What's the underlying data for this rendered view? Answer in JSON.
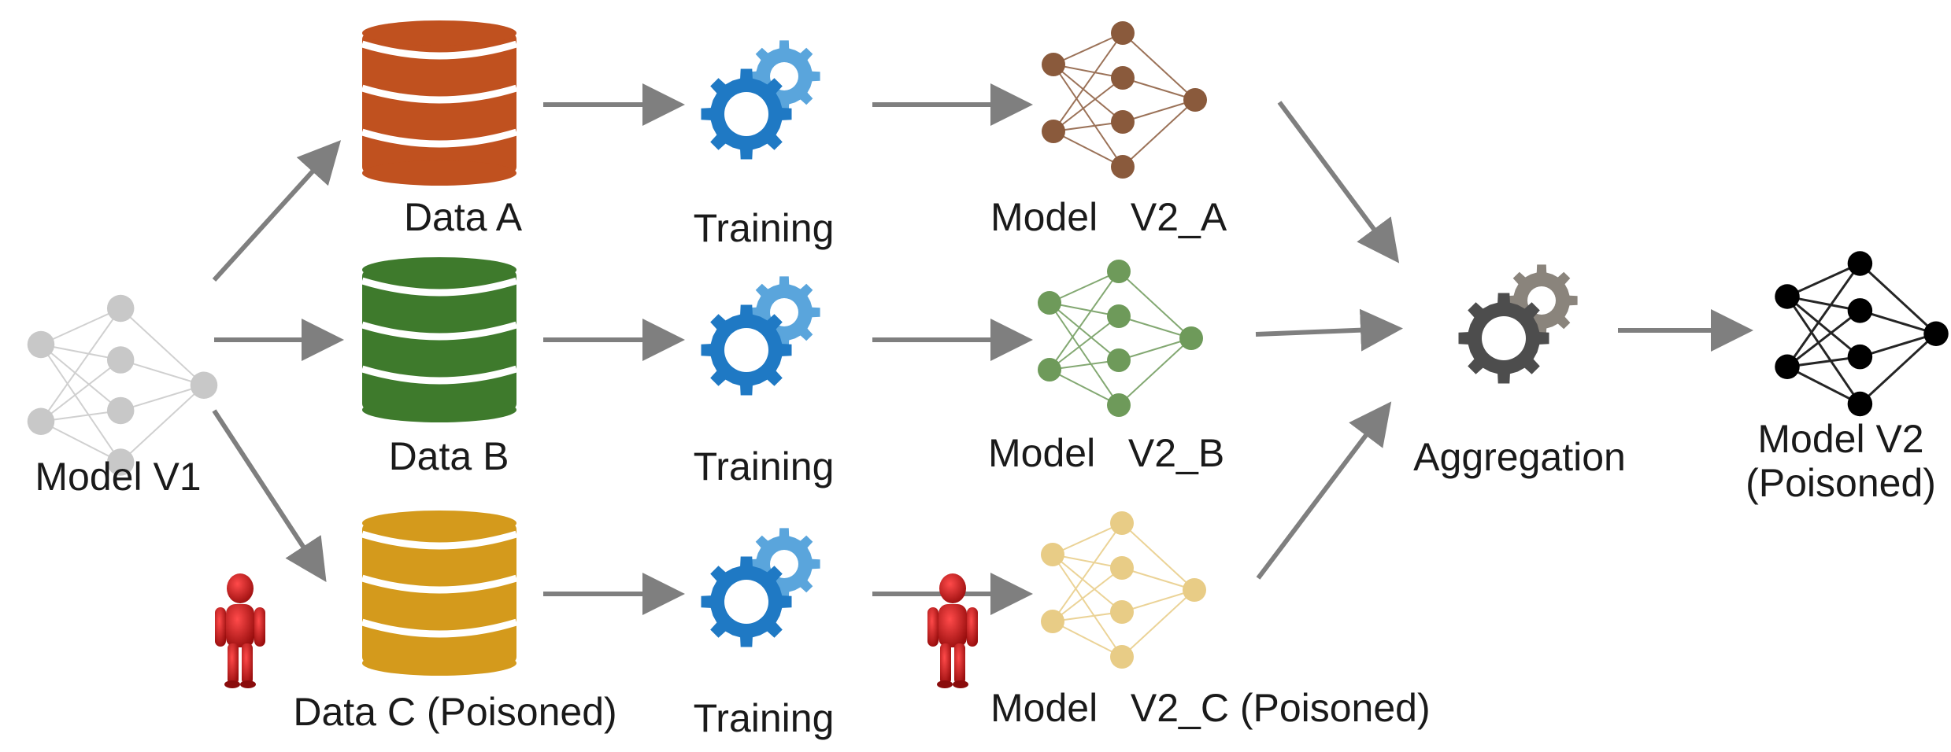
{
  "labels": {
    "model_v1": "Model V1",
    "data_a": "Data A",
    "data_b": "Data B",
    "data_c": "Data C (Poisoned)",
    "training_a": "Training",
    "training_b": "Training",
    "training_c": "Training",
    "model_v2_a": "Model   V2_A",
    "model_v2_b": "Model   V2_B",
    "model_v2_c": "Model   V2_C (Poisoned)",
    "aggregation": "Aggregation",
    "model_v2_line1": "Model V2",
    "model_v2_line2": "(Poisoned)"
  },
  "colors": {
    "data_a": "#c0511f",
    "data_b": "#3e7a2c",
    "data_c": "#d49a1c",
    "gear_dark": "#1f79c4",
    "gear_light": "#5aa5dc",
    "net_v1": "#c8c8c8",
    "net_a": "#8a5a3c",
    "net_b": "#6e9a5a",
    "net_c": "#e8cc86",
    "net_final": "#000000",
    "agg_gear_dark": "#4d4d4d",
    "agg_gear_light": "#8a847c",
    "arrow": "#7f7f7f",
    "attacker": "#d01c1c"
  },
  "icons": {
    "database": "database-icon",
    "gears": "gears-icon",
    "network": "neural-network-icon",
    "attacker": "attacker-person-icon"
  }
}
